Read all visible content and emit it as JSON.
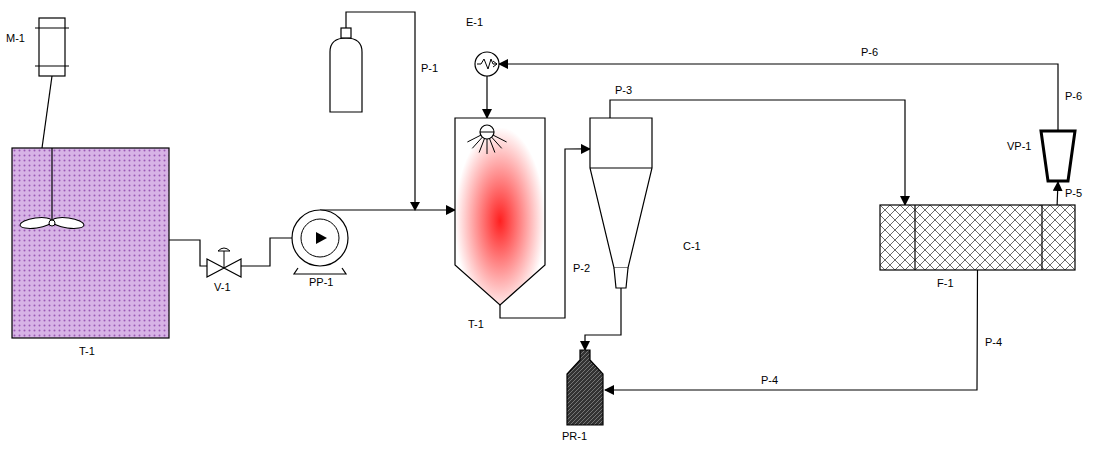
{
  "diagram": {
    "nodes": [
      {
        "text": [
          "M-1"
        ]
      },
      {
        "text": [
          "T-1"
        ]
      },
      {
        "text": [
          "V-1"
        ]
      },
      {
        "text": [
          "PP-1"
        ]
      },
      {
        "text": [
          "E-1"
        ]
      },
      {
        "text": [
          "T-1"
        ]
      },
      {
        "text": [
          "C-1"
        ]
      },
      {
        "text": [
          "F-1"
        ]
      },
      {
        "text": [
          "VP-1"
        ]
      },
      {
        "text": [
          "PR-1"
        ]
      }
    ],
    "edges": [
      {
        "from": 0,
        "to": 1,
        "arrow": "none"
      },
      {
        "from": 1,
        "to": 2,
        "arrow": "none"
      },
      {
        "from": 2,
        "to": 3,
        "arrow": "none"
      },
      {
        "from": 3,
        "to": 5,
        "arrow": "to"
      },
      {
        "from": 5,
        "to": 6,
        "label": "P-2",
        "arrow": "to"
      },
      {
        "from": 6,
        "to": 7,
        "label": "P-3",
        "arrow": "to"
      },
      {
        "from": 7,
        "to": 8,
        "label": "P-5",
        "arrow": "to"
      },
      {
        "from": 8,
        "to": 4,
        "label": "P-6",
        "arrow": "to"
      },
      {
        "from": 4,
        "to": 5,
        "arrow": "to"
      },
      {
        "from": 6,
        "to": 9,
        "arrow": "to"
      },
      {
        "from": 7,
        "to": 9,
        "label": "P-4",
        "arrow": "to"
      }
    ],
    "labels": [
      "P-1",
      "P-6",
      "P-4"
    ]
  }
}
